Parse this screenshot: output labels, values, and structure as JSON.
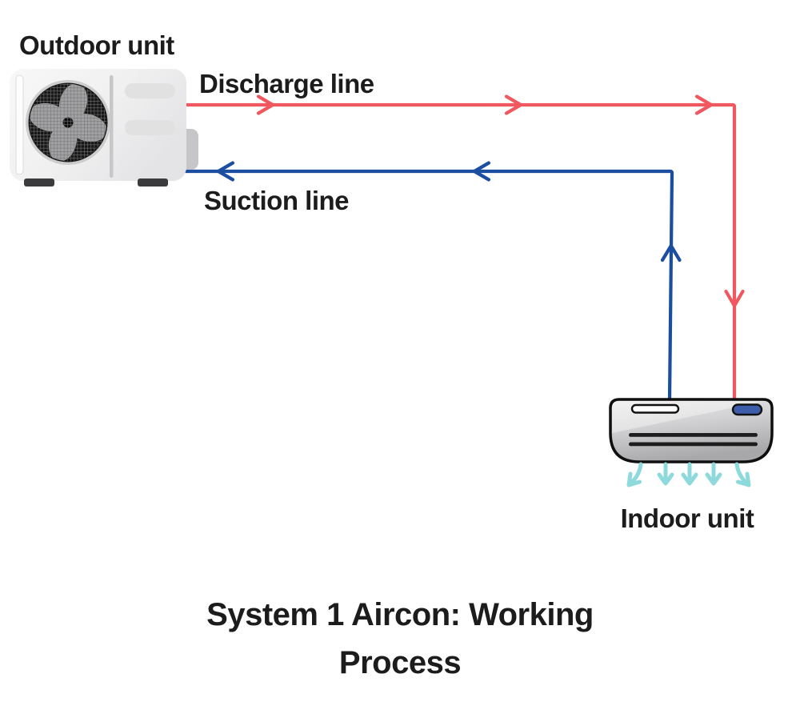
{
  "labels": {
    "outdoor_unit": "Outdoor unit",
    "discharge_line": "Discharge line",
    "suction_line": "Suction line",
    "indoor_unit": "Indoor unit"
  },
  "title": {
    "lines": [
      "System 1 Aircon: Working",
      "Process"
    ]
  },
  "colors": {
    "discharge_line": "#F0575F",
    "suction_line": "#1B4DA1",
    "airflow": "#8ED9DB",
    "text": "#1C1C1C",
    "indoor_indicator": "#3D5CAA"
  },
  "diagram": {
    "type": "refrigerant-cycle",
    "nodes": [
      {
        "id": "outdoor-unit",
        "label": "Outdoor unit"
      },
      {
        "id": "indoor-unit",
        "label": "Indoor unit"
      }
    ],
    "flows": [
      {
        "label": "Discharge line",
        "from": "outdoor-unit",
        "to": "indoor-unit",
        "color": "#F0575F"
      },
      {
        "label": "Suction line",
        "from": "indoor-unit",
        "to": "outdoor-unit",
        "color": "#1B4DA1"
      }
    ]
  }
}
